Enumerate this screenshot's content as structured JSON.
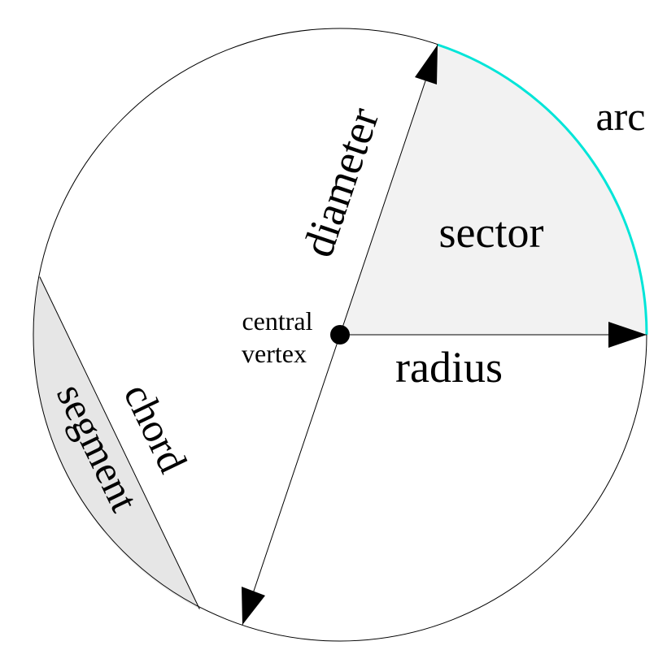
{
  "labels": {
    "arc": "arc",
    "sector": "sector",
    "diameter": "diameter",
    "radius": "radius",
    "central_vertex_line1": "central",
    "central_vertex_line2": "vertex",
    "chord": "chord",
    "segment": "segment"
  },
  "colors": {
    "circle_stroke": "#000000",
    "arc_highlight": "#00e5d8",
    "sector_fill": "#f2f2f2",
    "segment_fill": "#e6e6e6",
    "background": "#ffffff"
  }
}
